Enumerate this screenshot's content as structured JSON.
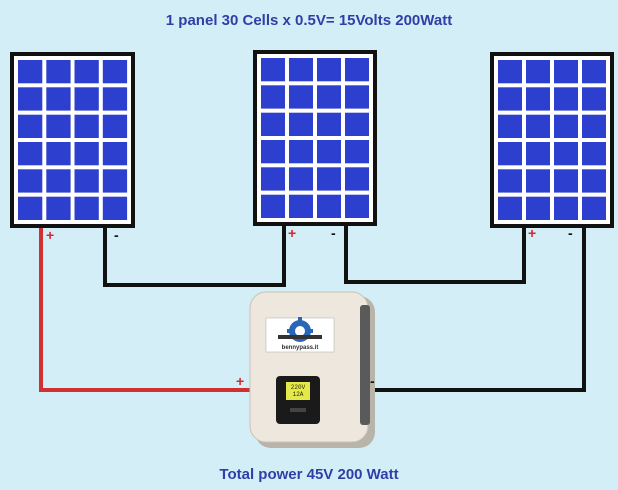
{
  "header": {
    "title": "1 panel 30 Cells x 0.5V= 15Volts 200Watt"
  },
  "footer": {
    "title": "Total power 45V 200 Watt"
  },
  "signs": {
    "positive": "+",
    "negative": "-"
  },
  "inverter": {
    "logo_text": "bennypass.it",
    "screen_line1": "220V",
    "screen_line2": "12A"
  },
  "colors": {
    "background": "#d4eef7",
    "panel_frame": "#111111",
    "cell_blue": "#2d3fcf",
    "positive_wire": "#d03030",
    "negative_wire": "#111111",
    "text": "#2f3fa7",
    "inverter_body": "#ede7dd",
    "gear_blue": "#2a66b8",
    "screen_green": "#e4e84a"
  }
}
